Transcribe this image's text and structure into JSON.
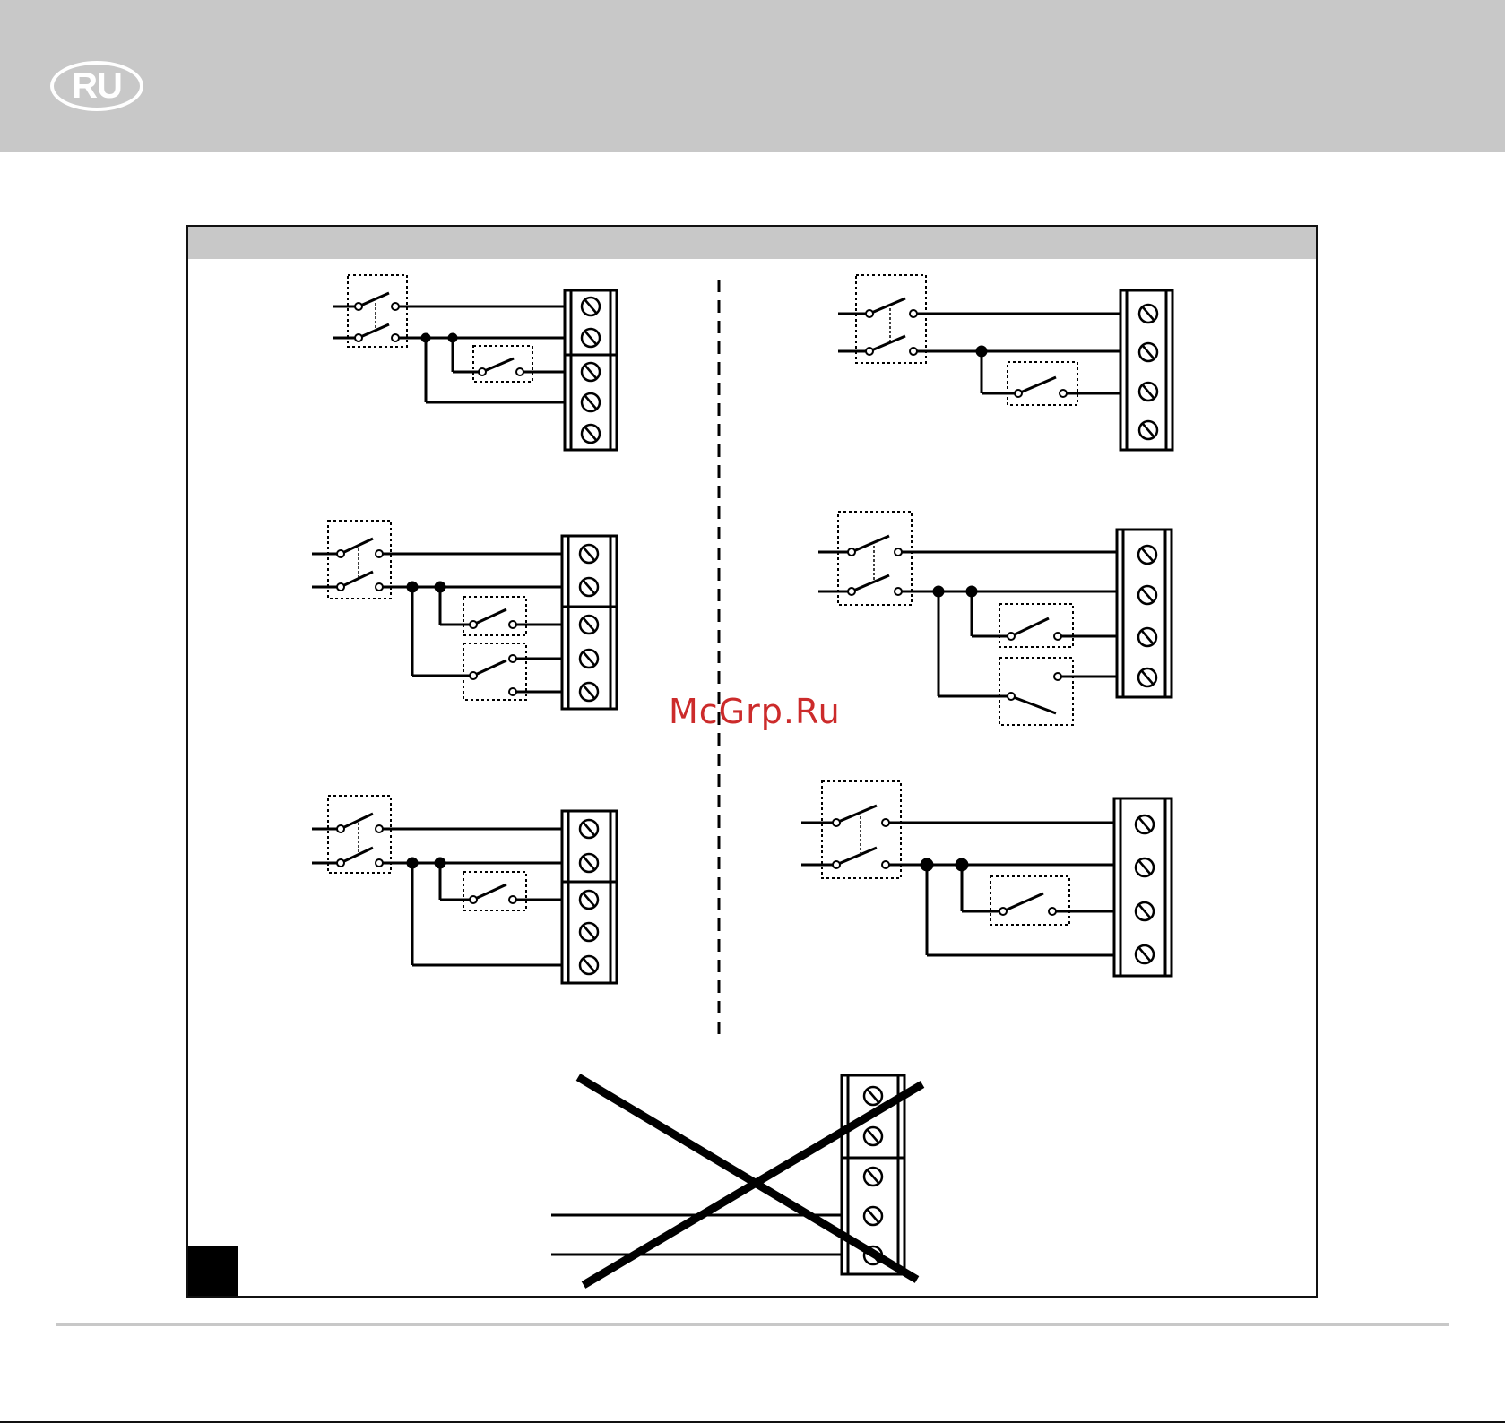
{
  "header": {
    "language_badge": "RU",
    "background_color": "#c8c8c8"
  },
  "figure": {
    "marker_color": "#000000",
    "diagrams": [
      {
        "name": "wiring-variant-1",
        "terminals": 5,
        "external_switches": 1
      },
      {
        "name": "wiring-variant-2",
        "terminals": 4,
        "external_switches": 1
      },
      {
        "name": "wiring-variant-3",
        "terminals": 5,
        "external_switches": 2
      },
      {
        "name": "wiring-variant-4",
        "terminals": 4,
        "external_switches": 2
      },
      {
        "name": "wiring-variant-5",
        "terminals": 5,
        "external_switches": 1
      },
      {
        "name": "wiring-variant-6",
        "terminals": 4,
        "external_switches": 1
      },
      {
        "name": "wiring-incorrect",
        "terminals": 5,
        "external_switches": 0,
        "crossed_out": true
      }
    ]
  },
  "watermark": {
    "text": "McGrp.Ru",
    "color": "#cc2b2b"
  }
}
